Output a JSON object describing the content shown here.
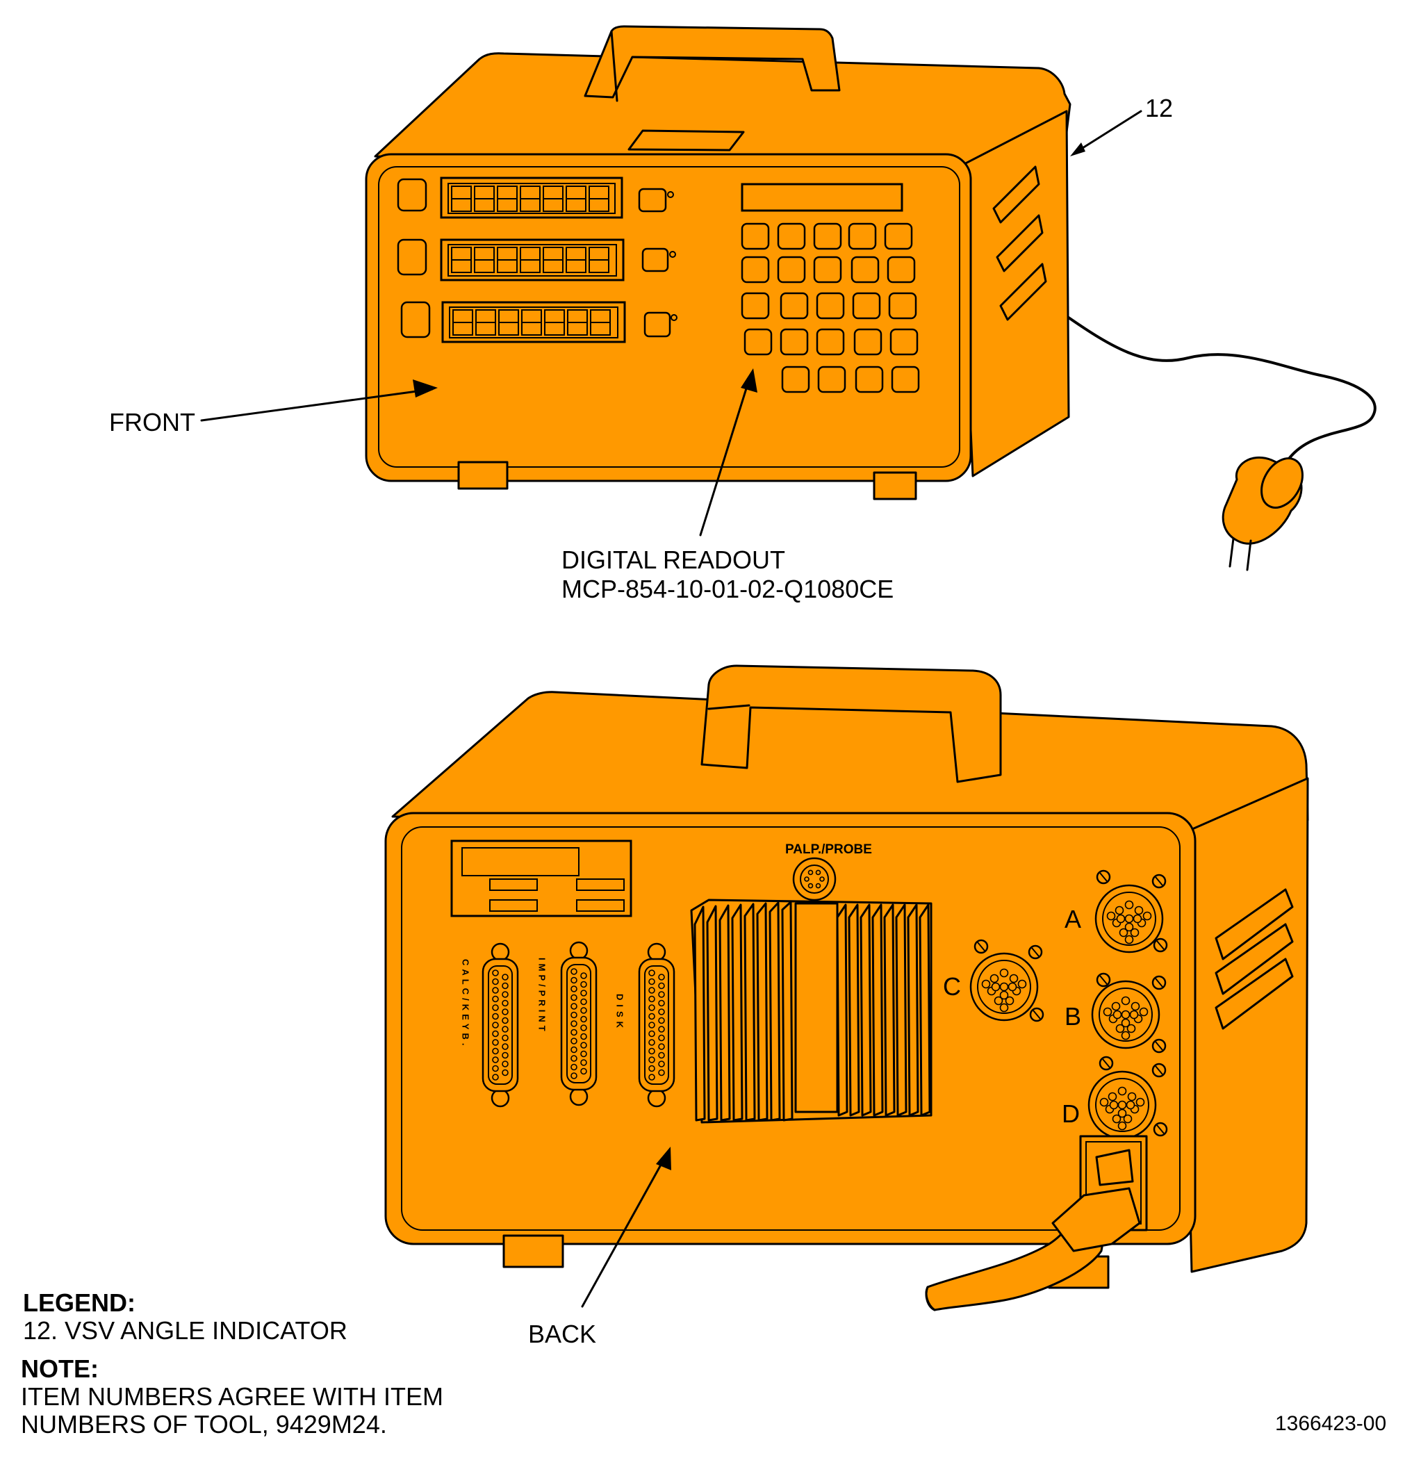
{
  "callouts": {
    "item_12": "12",
    "front": "FRONT",
    "digital_readout_line1": "DIGITAL READOUT",
    "digital_readout_line2": "MCP-854-10-01-02-Q1080CE",
    "back": "BACK"
  },
  "back_panel": {
    "probe": "PALP./PROBE",
    "port_calc": "CALC/KEYB.",
    "port_imp": "IMP/PRINT",
    "port_disk": "DISK",
    "connector_a": "A",
    "connector_b": "B",
    "connector_c": "C",
    "connector_d": "D"
  },
  "legend": {
    "heading": "LEGEND:",
    "item": "12. VSV ANGLE INDICATOR"
  },
  "note": {
    "heading": "NOTE:",
    "line1": "ITEM NUMBERS AGREE WITH ITEM",
    "line2": "NUMBERS OF TOOL, 9429M24."
  },
  "figure_id": "1366423-00",
  "colors": {
    "body": "#FF9900",
    "outline": "#000000"
  }
}
